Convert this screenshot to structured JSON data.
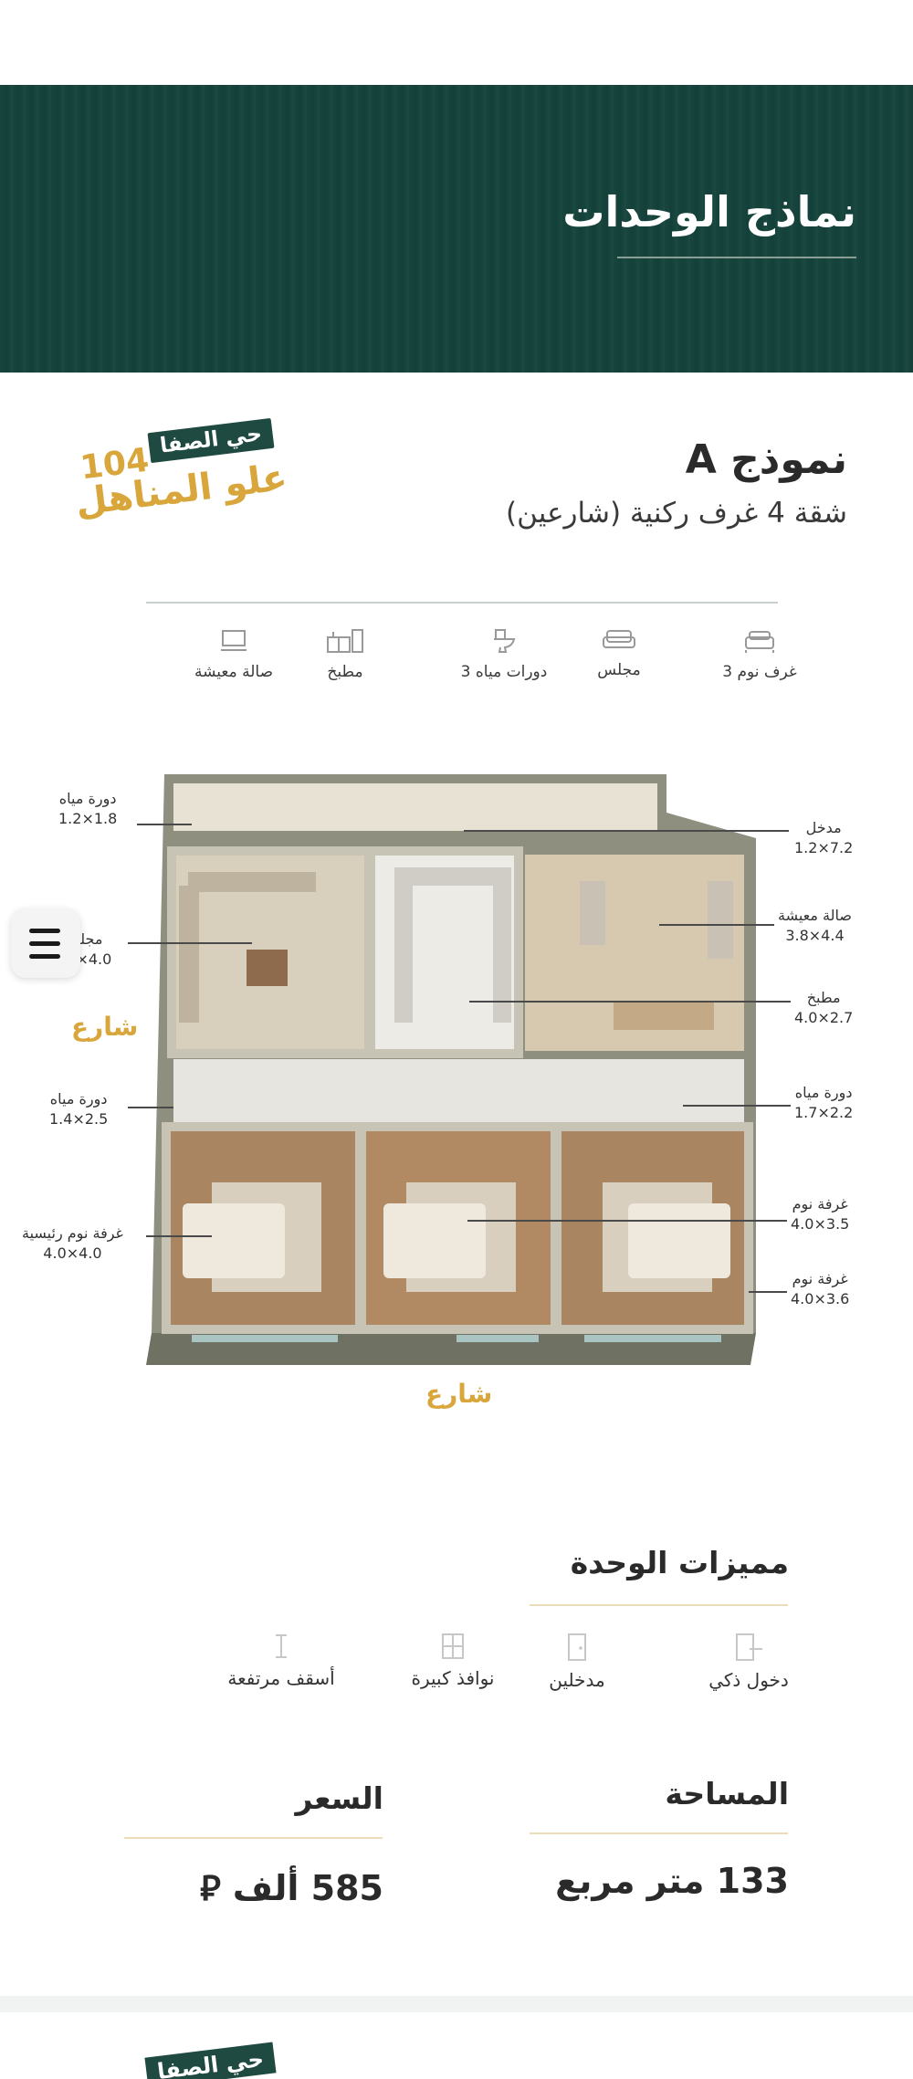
{
  "header": {
    "title": "نماذج الوحدات"
  },
  "unit": {
    "title": "نموذج A",
    "subtitle": "شقة 4 غرف ركنية (شارعين)"
  },
  "logo": {
    "tag": "حي الصفا",
    "number": "104",
    "name": "علو المناهل"
  },
  "features": [
    {
      "icon": "bed-icon",
      "label": "3 غرف نوم"
    },
    {
      "icon": "sofa-icon",
      "label": "مجلس"
    },
    {
      "icon": "toilet-icon",
      "label": "3 دورات مياه"
    },
    {
      "icon": "kitchen-icon",
      "label": "مطبخ"
    },
    {
      "icon": "tv-icon",
      "label": "صالة معيشة"
    }
  ],
  "plan": {
    "labels": {
      "wc_top_left": {
        "name": "دورة مياه",
        "size": "1.2×1.8"
      },
      "majlis": {
        "name": "مجلس",
        "size": "4.0×4.0"
      },
      "wc_mid_left": {
        "name": "دورة مياه",
        "size": "1.4×2.5"
      },
      "master_bedroom": {
        "name": "غرفة نوم رئيسية",
        "size": "4.0×4.0"
      },
      "entrance": {
        "name": "مدخل",
        "size": "1.2×7.2"
      },
      "living": {
        "name": "صالة معيشة",
        "size": "3.8×4.4"
      },
      "kitchen": {
        "name": "مطبخ",
        "size": "4.0×2.7"
      },
      "wc_right": {
        "name": "دورة مياه",
        "size": "1.7×2.2"
      },
      "bedroom_1": {
        "name": "غرفة نوم",
        "size": "4.0×3.5"
      },
      "bedroom_2": {
        "name": "غرفة نوم",
        "size": "4.0×3.6"
      }
    },
    "street_left": "شارع",
    "street_bottom": "شارع"
  },
  "amenities": {
    "title": "مميزات الوحدة",
    "items": [
      {
        "icon": "smart-lock-icon",
        "label": "دخول ذكي"
      },
      {
        "icon": "door-icon",
        "label": "مدخلين"
      },
      {
        "icon": "window-icon",
        "label": "نوافذ كبيرة"
      },
      {
        "icon": "ceiling-height-icon",
        "label": "أسقف مرتفعة"
      }
    ]
  },
  "area": {
    "label": "المساحة",
    "value": "133  متر مربع"
  },
  "price": {
    "label": "السعر",
    "value": "585 ألف ⃁"
  },
  "colors": {
    "banner": "#18453d",
    "gold": "#d8a63b",
    "text": "#2a2a2a"
  }
}
